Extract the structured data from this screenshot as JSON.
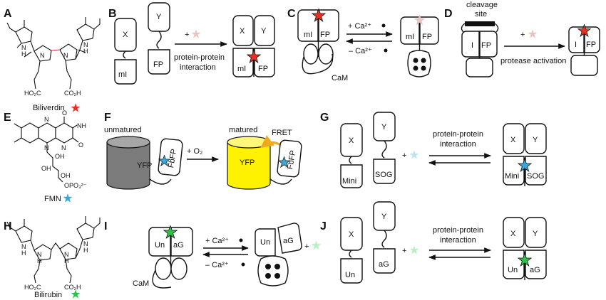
{
  "panels": {
    "A": {
      "letter": "A",
      "molecule_label": "Biliverdin",
      "atoms": {
        "n1": "N",
        "h1": "H",
        "n2": "N",
        "n3": "N",
        "n4": "N",
        "h4": "H",
        "ho2c1": "HO₂C",
        "co2h1": "CO₂H"
      }
    },
    "B": {
      "letter": "B",
      "x": "X",
      "y": "Y",
      "ml": "mI",
      "fp": "FP",
      "plus": "+",
      "arrow_label_1": "protein-protein",
      "arrow_label_2": "interaction"
    },
    "C": {
      "letter": "C",
      "ml": "mI",
      "fp": "FP",
      "ca_plus": "+ Ca²⁺",
      "ca_minus": "– Ca²⁺",
      "cam": "CaM"
    },
    "D": {
      "letter": "D",
      "cleavage_1": "cleavage",
      "cleavage_2": "site",
      "i": "I",
      "fp": "FP",
      "plus": "+",
      "arrow_label": "protease activation"
    },
    "E": {
      "letter": "E",
      "molecule_label": "FMN",
      "atoms": {
        "o1": "O",
        "o2": "O",
        "nh": "NH",
        "n": "N",
        "n2": "N",
        "n3": "N",
        "oh1": "OH",
        "oh2": "OH",
        "oh3": "OH",
        "opo": "OPO₃²⁻"
      }
    },
    "F": {
      "letter": "F",
      "unmatured": "unmatured",
      "matured": "matured",
      "yfp": "YFP",
      "fbfp": "FbFP",
      "o2": "+ O₂",
      "fret": "FRET"
    },
    "G": {
      "letter": "G",
      "x": "X",
      "y": "Y",
      "mini": "Mini",
      "sog": "SOG",
      "plus": "+",
      "arrow_label_1": "protein-protein",
      "arrow_label_2": "interaction"
    },
    "H": {
      "letter": "H",
      "molecule_label": "Bilirubin",
      "atoms": {
        "n1": "N",
        "h1": "H",
        "n2": "N",
        "h2": "H",
        "n3": "N",
        "h3": "H",
        "n4": "N",
        "h4": "H",
        "ho2c1": "HO₂C",
        "co2h1": "CO₂H"
      }
    },
    "I": {
      "letter": "I",
      "un": "Un",
      "ag": "aG",
      "ca_plus": "+ Ca²⁺",
      "ca_minus": "– Ca²⁺",
      "cam": "CaM",
      "plus": "+"
    },
    "J": {
      "letter": "J",
      "x": "X",
      "y": "Y",
      "un": "Un",
      "ag": "aG",
      "plus": "+",
      "arrow_label_1": "protein-protein",
      "arrow_label_2": "interaction"
    }
  },
  "colors": {
    "red_star": "#e53223",
    "pale_red_star": "#e8c4c2",
    "blue_star": "#3aa7dc",
    "pale_blue_star": "#bde3f3",
    "green_star": "#2fc24a",
    "pale_green_star": "#b9efc2",
    "yellow": "#fff200",
    "gray_cylinder": "#7b7b7b",
    "arrow_orange": "#f0a81c"
  }
}
